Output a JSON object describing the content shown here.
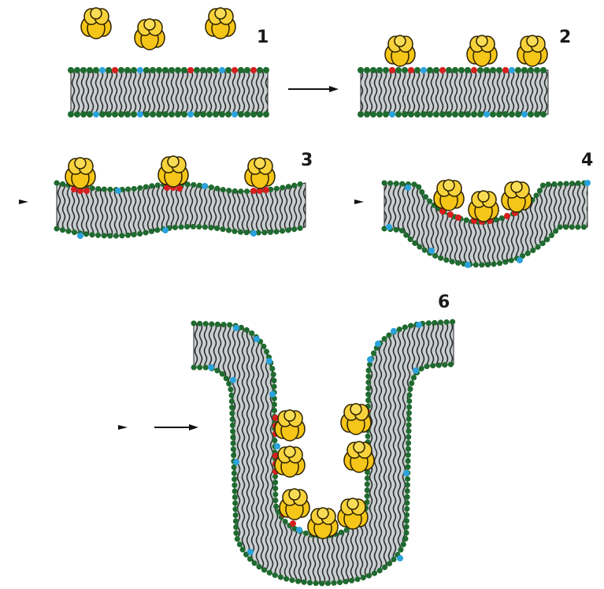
{
  "colors": {
    "protein": "#f5c518",
    "protein_outline": "#2a2000",
    "membrane_fill": "#c9cfd1",
    "tail_line": "#2b2b2b",
    "head_green": "#1f6b2f",
    "head_blue": "#2aa3dc",
    "head_red": "#d81e1e",
    "arrow": "#111111",
    "background": "#ffffff"
  },
  "icons": {
    "protein": "protein-complex-icon",
    "arrow": "arrow-right-icon"
  },
  "steps": [
    {
      "label": "1"
    },
    {
      "label": "2"
    },
    {
      "label": "3"
    },
    {
      "label": "4"
    },
    {
      "label": "6"
    }
  ]
}
